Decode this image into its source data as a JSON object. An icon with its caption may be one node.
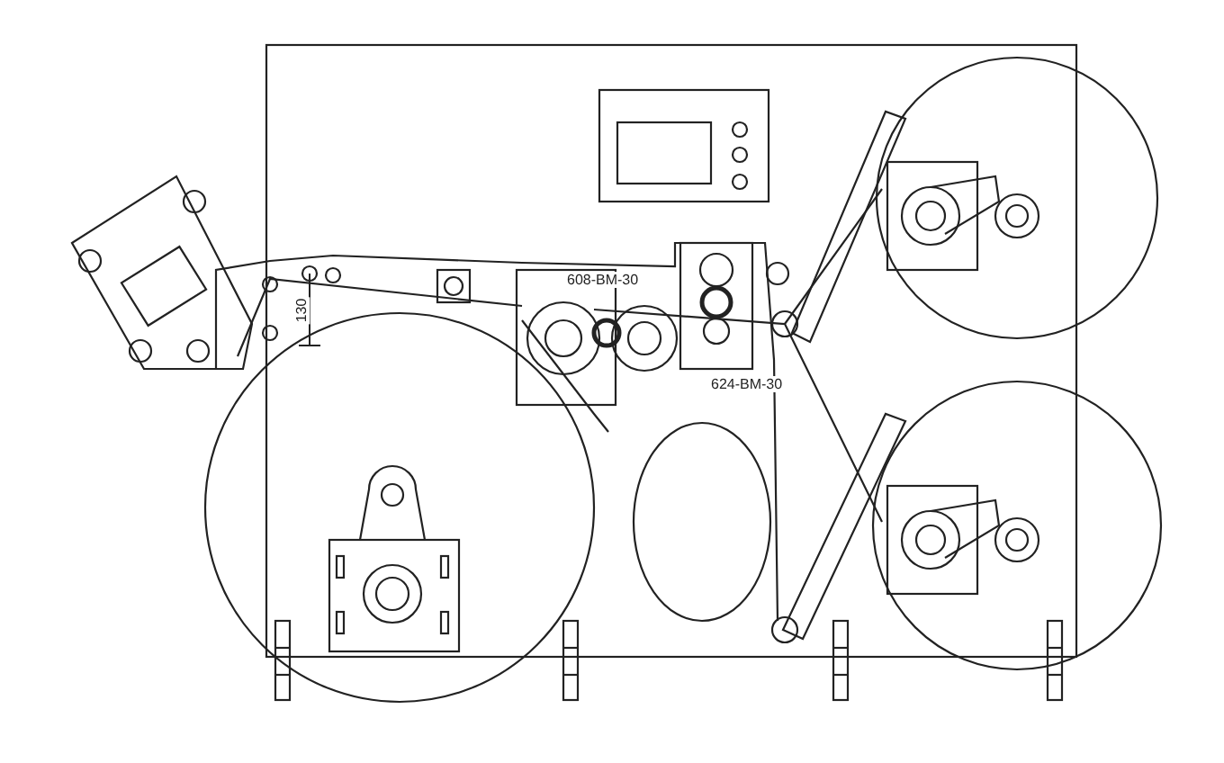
{
  "diagram": {
    "labels": [
      "130",
      "608-BM-30",
      "624-BM-30"
    ]
  }
}
